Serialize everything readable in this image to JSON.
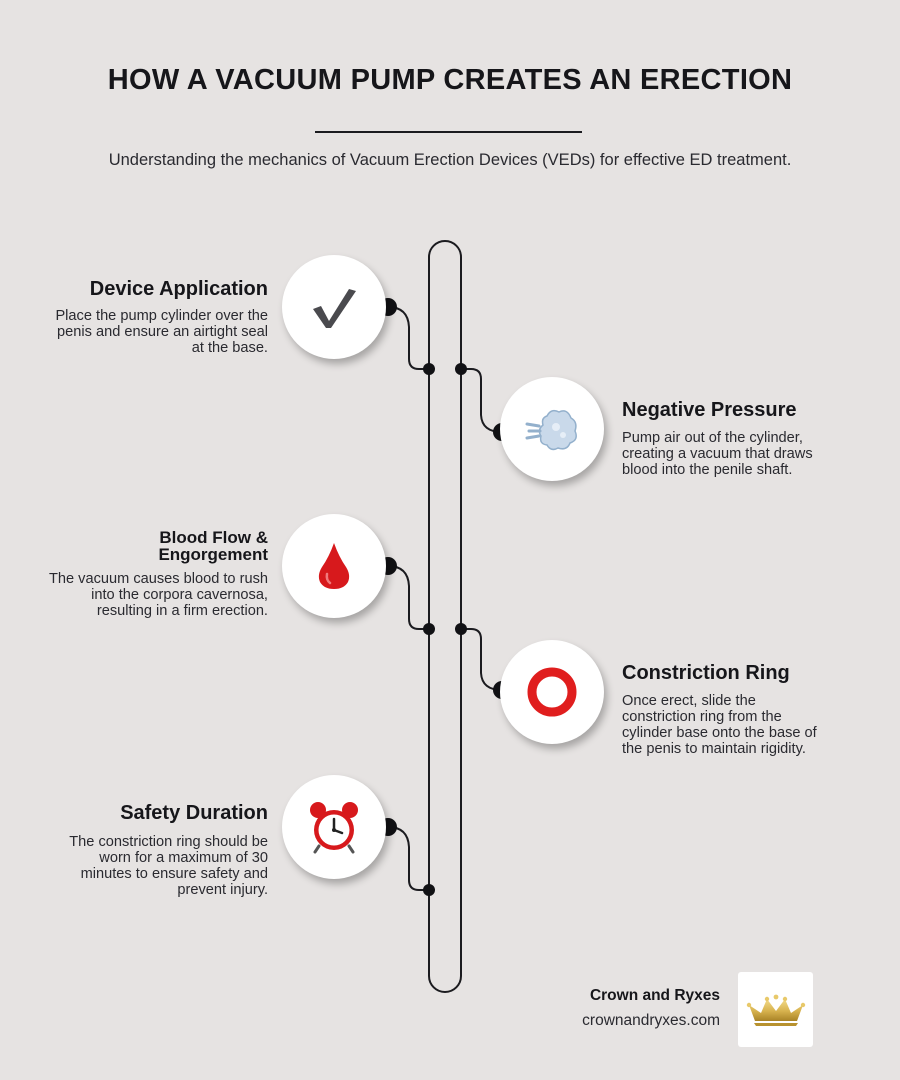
{
  "header": {
    "title": "HOW A VACUUM PUMP CREATES AN ERECTION",
    "subtitle": "Understanding the mechanics of Vacuum Erection Devices (VEDs) for effective ED treatment."
  },
  "steps": [
    {
      "title": "Device Application",
      "text": "Place the pump cylinder over the penis and ensure an airtight seal at the base.",
      "icon": "check-mark-icon",
      "side": "left"
    },
    {
      "title": "Negative Pressure",
      "text": "Pump air out of the cylinder, creating a vacuum that draws blood into the penile shaft.",
      "icon": "air-puff-icon",
      "side": "right"
    },
    {
      "title": "Blood Flow & Engorgement",
      "text": "The vacuum causes blood to rush into the corpora cavernosa, resulting in a firm erection.",
      "icon": "blood-drop-icon",
      "side": "left"
    },
    {
      "title": "Constriction Ring",
      "text": "Once erect, slide the constriction ring from the cylinder base onto the base of the penis to maintain rigidity.",
      "icon": "red-ring-icon",
      "side": "right"
    },
    {
      "title": "Safety Duration",
      "text": "The constriction ring should be worn for a maximum of 30 minutes to ensure safety and prevent injury.",
      "icon": "alarm-clock-icon",
      "side": "left"
    }
  ],
  "footer": {
    "brand_name": "Crown and Ryxes",
    "brand_url": "crownandryxes.com",
    "logo_icon": "crown-logo-icon"
  },
  "colors": {
    "background": "#e6e3e2",
    "line": "#1b1b1f",
    "drop_red": "#d7191c",
    "ring_red": "#e01e1e"
  }
}
